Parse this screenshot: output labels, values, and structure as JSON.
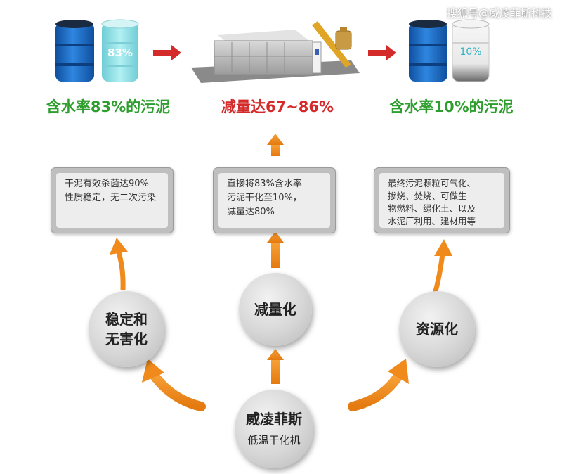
{
  "watermark": "搜狐号@威凌菲斯科技",
  "colors": {
    "green": "#2e9e2e",
    "red": "#d42a2a",
    "orange": "#f08a1c",
    "drum_blue": "#1e6fc8",
    "label_cyan": "#2bb6c4",
    "panel_gray": "#bfbfbf"
  },
  "top": {
    "left_drum_percent": "83%",
    "right_drum_percent": "10%",
    "left_caption": "含水率83%的污泥",
    "center_caption": "减量达67~86%",
    "right_caption": "含水率10%的污泥"
  },
  "boxes": [
    {
      "text": "干泥有效杀菌达90%\n性质稳定，无二次污染"
    },
    {
      "text": "直接将83%含水率\n污泥干化至10%，\n减量达80%"
    },
    {
      "text": "最终污泥颗粒可气化、\n掺烧、焚烧、可做生\n物燃料、绿化土、以及\n水泥厂利用、建材用等"
    }
  ],
  "circles": {
    "left": {
      "label": "稳定和\n无害化"
    },
    "center": {
      "label": "减量化"
    },
    "right": {
      "label": "资源化"
    },
    "bottom": {
      "label": "威凌菲斯",
      "sublabel": "低温干化机"
    }
  },
  "icons": {
    "drum": "blue-barrel-icon",
    "tank": "translucent-barrel-icon",
    "machine": "dryer-machine-icon",
    "arrow": "arrow-icon"
  }
}
